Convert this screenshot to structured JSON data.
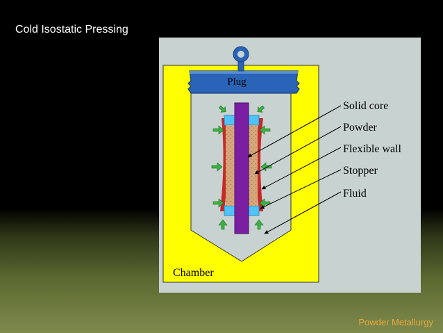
{
  "slide": {
    "title": "Cold Isostatic Pressing",
    "footer": "Powder Metallurgy"
  },
  "diagram": {
    "plug_label": "Plug",
    "chamber_label": "Chamber",
    "labels": {
      "solid_core": "Solid core",
      "powder": "Powder",
      "flexible_wall": "Flexible wall",
      "stopper": "Stopper",
      "fluid": "Fluid"
    }
  },
  "colors": {
    "background": "#000000",
    "olive_gradient": "#7e8a4c",
    "panel": "#c8d2d0",
    "chamber": "#ffff00",
    "plug": "#2a64b8",
    "core": "#7b1fa2",
    "powder": "#d6a77a",
    "flexible_wall": "#c62828",
    "stopper": "#4fc3f7",
    "pressure_arrow": "#3cb043",
    "footer_text": "#e8a93a"
  }
}
